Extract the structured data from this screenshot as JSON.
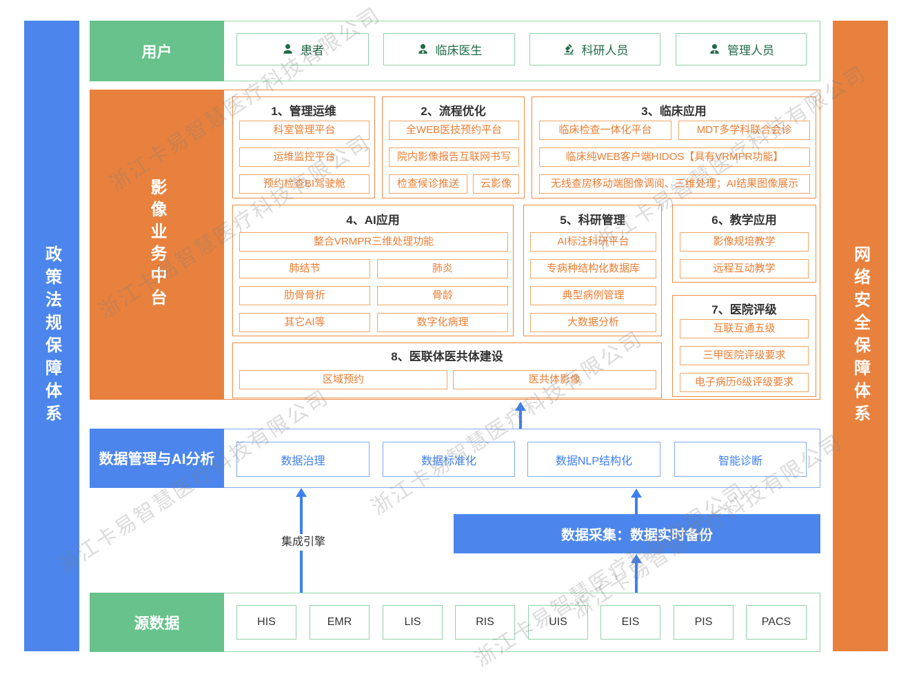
{
  "watermark": {
    "text": "浙江卡易智慧医疗科技有限公司"
  },
  "sidebars": {
    "left": "政策法规保障体系",
    "right": "网络安全保障体系"
  },
  "users_row": {
    "label": "用户",
    "items": [
      {
        "icon": "patient-icon",
        "label": "患者"
      },
      {
        "icon": "doctor-icon",
        "label": "临床医生"
      },
      {
        "icon": "microscope-icon",
        "label": "科研人员"
      },
      {
        "icon": "manager-icon",
        "label": "管理人员"
      }
    ]
  },
  "platform": {
    "label": "影像业务中台",
    "sections": [
      {
        "title": "1、管理运维",
        "items": [
          "科室管理平台",
          "运维监控平台",
          "预约检查BI驾驶舱"
        ]
      },
      {
        "title": "2、流程优化",
        "items": [
          "全WEB医技预约平台",
          "院内影像报告互联网书写",
          "检查候诊推送",
          "云影像"
        ]
      },
      {
        "title": "3、临床应用",
        "items": [
          "临床检查一体化平台",
          "MDT多学科联合会诊",
          "临床纯WEB客户端HIDOS【具有VRMPR功能】",
          "无线查房移动端图像调阅、三维处理；AI结果图像展示"
        ]
      },
      {
        "title": "4、AI应用",
        "items": [
          "整合VRMPR三维处理功能",
          "肺结节",
          "肺炎",
          "肋骨骨折",
          "骨龄",
          "其它AI等",
          "数字化病理"
        ]
      },
      {
        "title": "5、科研管理",
        "items": [
          "AI标注科研平台",
          "专病种结构化数据库",
          "典型病例管理",
          "大数据分析"
        ]
      },
      {
        "title": "6、教学应用",
        "items": [
          "影像规培教学",
          "远程互动教学"
        ]
      },
      {
        "title": "7、医院评级",
        "items": [
          "互联互通五级",
          "三甲医院评级要求",
          "电子病历6级评级要求"
        ]
      },
      {
        "title": "8、医联体医共体建设",
        "items": [
          "区域预约",
          "医共体影像"
        ]
      }
    ]
  },
  "data_layer": {
    "label": "数据管理与AI分析",
    "items": [
      "数据治理",
      "数据标准化",
      "数据NLP结构化",
      "智能诊断"
    ]
  },
  "flows": {
    "integration_engine": "集成引擎",
    "data_collection": "数据采集：数据实时备份"
  },
  "source_row": {
    "label": "源数据",
    "items": [
      "HIS",
      "EMR",
      "LIS",
      "RIS",
      "UIS",
      "EIS",
      "PIS",
      "PACS"
    ]
  },
  "colors": {
    "green": "#67C28B",
    "green_border": "#8FD3A8",
    "green_text": "#1F6B47",
    "orange": "#E8813D",
    "orange_border": "#F2A463",
    "orange_border_strong": "#EE8A3F",
    "orange_text": "#ED7D31",
    "blue": "#4C86EC",
    "blue_border": "#7EA9F0",
    "blue_text": "#3D7FF0",
    "arrow": "#3D7FF0",
    "title_text": "#333333"
  }
}
